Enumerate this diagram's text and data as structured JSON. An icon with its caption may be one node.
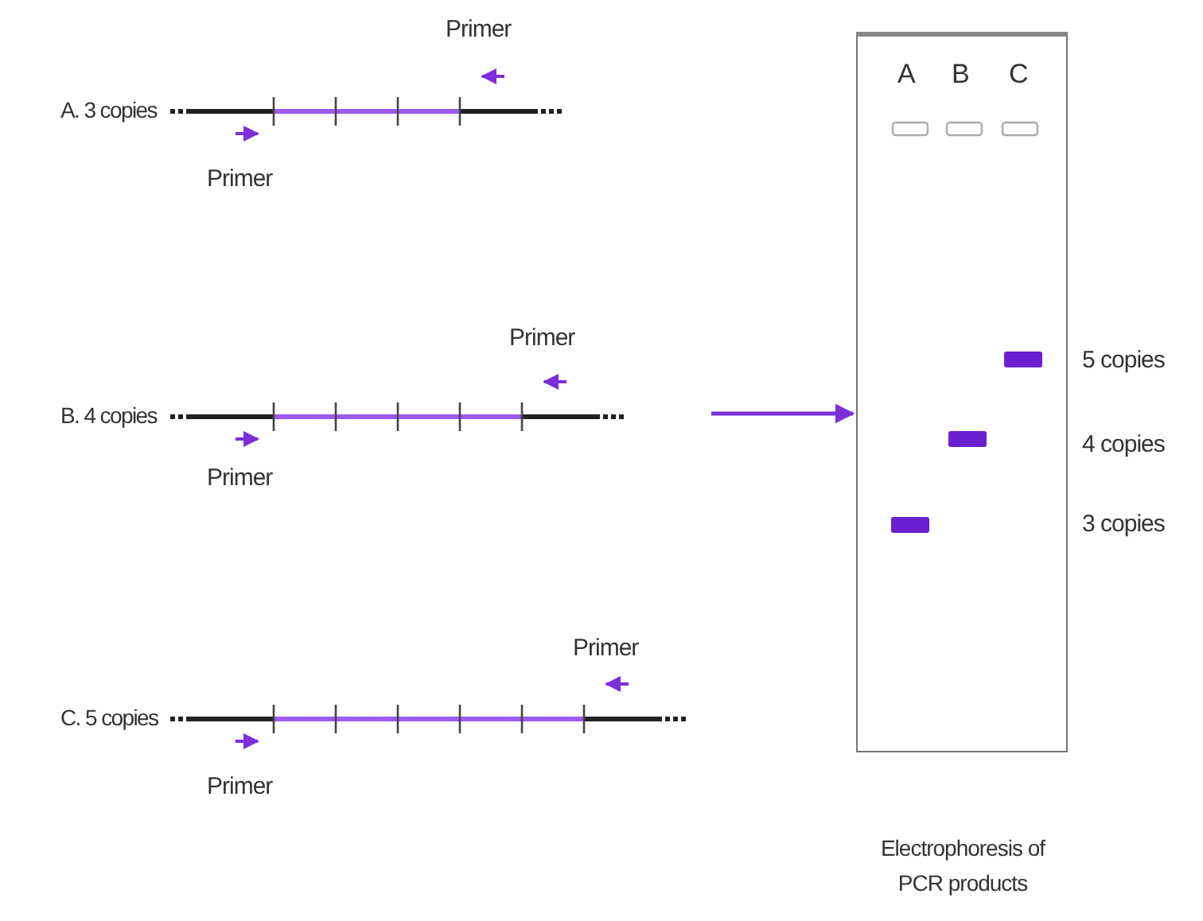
{
  "diagram": {
    "nodes": [
      {
        "text": [
          "A. 3 copies"
        ]
      },
      {
        "text": [
          "B. 4 copies"
        ]
      },
      {
        "text": [
          "C. 5 copies"
        ]
      },
      {
        "text": [
          "Electrophoresis of PCR products"
        ]
      }
    ],
    "edges": [
      {
        "from": null,
        "to": 3,
        "arrow": "to"
      }
    ],
    "labels": [
      "Primer",
      "Primer",
      "A",
      "B",
      "C",
      "5 copies",
      "Primer",
      "4 copies",
      "Primer",
      "3 copies",
      "Primer",
      "Primer"
    ]
  }
}
